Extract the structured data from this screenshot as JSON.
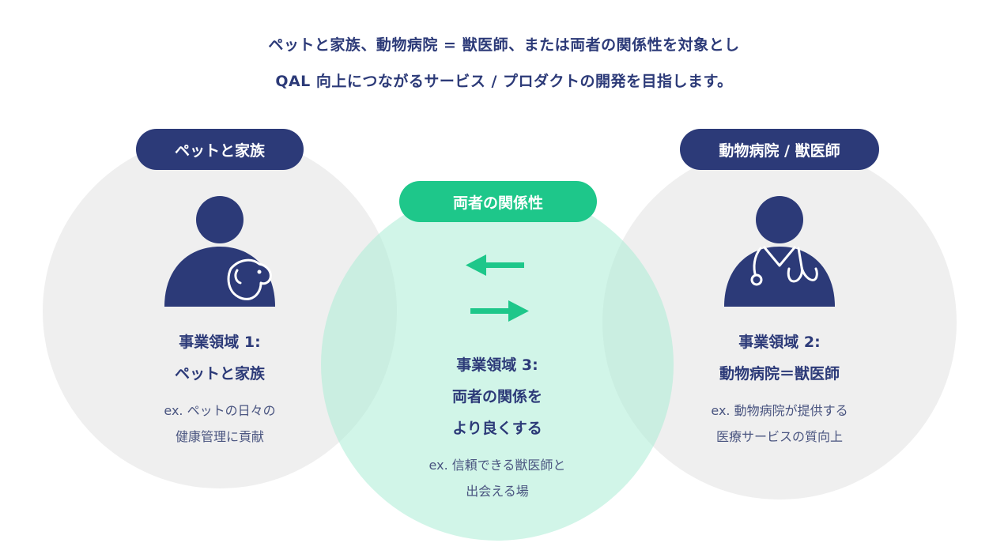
{
  "intro": {
    "line1": "ペットと家族、動物病院 = 獣医師、または両者の関係性を対象とし",
    "line2": "QAL 向上につながるサービス / プロダクトの開発を目指します。"
  },
  "left": {
    "pill": "ペットと家族",
    "title_line1": "事業領域 1:",
    "title_line2": "ペットと家族",
    "ex_line1": "ex. ペットの日々の",
    "ex_line2": "健康管理に貢献",
    "icon": "person-with-dog-icon"
  },
  "middle": {
    "pill": "両者の関係性",
    "title_line1": "事業領域 3:",
    "title_line2": "両者の関係を",
    "title_line3": "より良くする",
    "ex_line1": "ex. 信頼できる獣医師と",
    "ex_line2": "出会える場",
    "icon_left": "arrow-left-icon",
    "icon_right": "arrow-right-icon"
  },
  "right": {
    "pill": "動物病院 / 獣医師",
    "title_line1": "事業領域 2:",
    "title_line2": "動物病院＝獣医師",
    "ex_line1": "ex. 動物病院が提供する",
    "ex_line2": "医療サービスの質向上",
    "icon": "veterinarian-stethoscope-icon"
  },
  "colors": {
    "navy": "#2c3a78",
    "green": "#1ec78a",
    "mint": "#abecd6",
    "gray": "#efefef"
  }
}
